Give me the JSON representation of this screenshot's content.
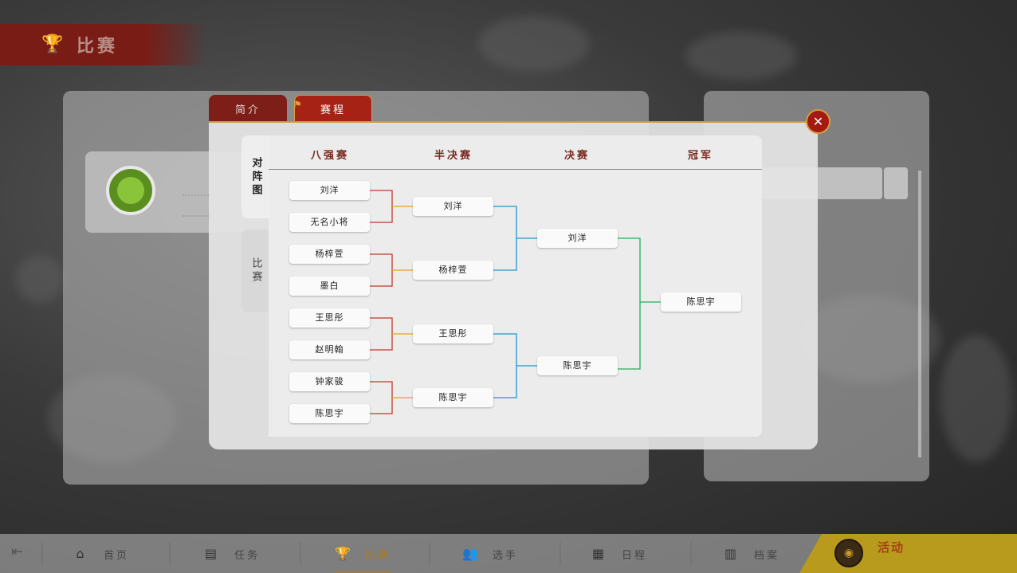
{
  "header": {
    "title": "比赛",
    "icon": "trophy-icon"
  },
  "dialog": {
    "tabs": [
      {
        "label": "简介",
        "active": false
      },
      {
        "label": "赛程",
        "active": true
      }
    ],
    "side_tabs": [
      {
        "label": "对阵图",
        "active": true
      },
      {
        "label": "比赛",
        "active": false
      }
    ],
    "columns": [
      "八强赛",
      "半决赛",
      "决赛",
      "冠军"
    ],
    "bracket": {
      "round_of_8": [
        "刘洋",
        "无名小将",
        "杨梓萱",
        "墨白",
        "王思彤",
        "赵明翰",
        "钟家骏",
        "陈思宇"
      ],
      "semifinal": [
        "刘洋",
        "杨梓萱",
        "王思彤",
        "陈思宇"
      ],
      "final": [
        "刘洋",
        "陈思宇"
      ],
      "champion": "陈思宇"
    },
    "colors": {
      "qf_line": "#c0392b",
      "qf_join": "#e8a11a",
      "sf_line": "#2196c8",
      "final_line": "#1fae5a"
    }
  },
  "nav": {
    "items": [
      {
        "label": "首页",
        "icon": "home-icon"
      },
      {
        "label": "任务",
        "icon": "tasks-icon"
      },
      {
        "label": "比赛",
        "icon": "trophy-icon",
        "active": true
      },
      {
        "label": "选手",
        "icon": "players-icon"
      },
      {
        "label": "日程",
        "icon": "calendar-icon"
      },
      {
        "label": "档案",
        "icon": "archive-icon"
      }
    ]
  },
  "promo": {
    "title": "活动"
  }
}
